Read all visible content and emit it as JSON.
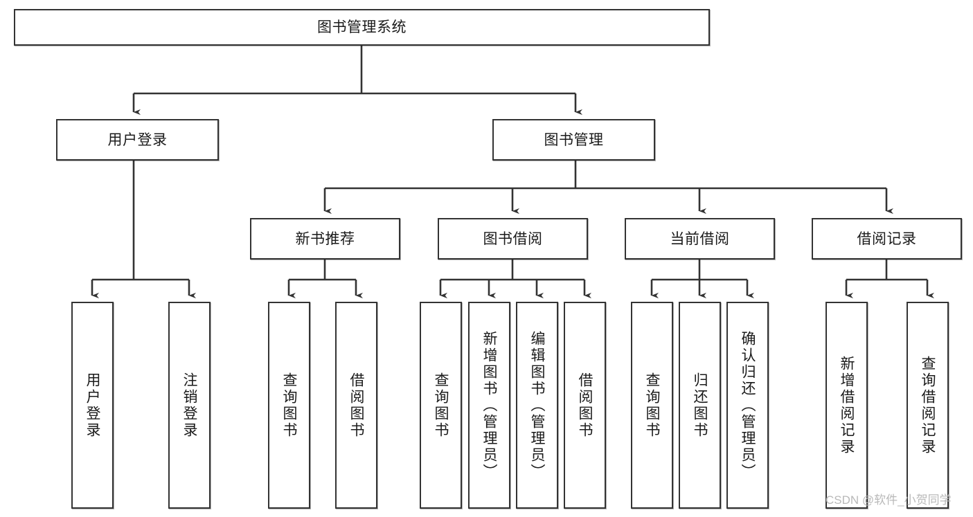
{
  "diagram": {
    "title": "图书管理系统",
    "type": "tree-hierarchy-chart",
    "orientation": "top-down",
    "colors": {
      "box_border": "#333333",
      "box_fill": "#ffffff",
      "connector": "#333333",
      "text": "#1a1a1a",
      "watermark": "#b9b9b9",
      "background": "#ffffff"
    },
    "root": {
      "label": "图书管理系统",
      "orientation": "horizontal"
    },
    "level2": [
      {
        "label": "用户登录",
        "orientation": "horizontal"
      },
      {
        "label": "图书管理",
        "orientation": "horizontal"
      }
    ],
    "level3": [
      {
        "label": "新书推荐",
        "orientation": "horizontal"
      },
      {
        "label": "图书借阅",
        "orientation": "horizontal"
      },
      {
        "label": "当前借阅",
        "orientation": "horizontal"
      },
      {
        "label": "借阅记录",
        "orientation": "horizontal"
      }
    ],
    "leaves": [
      {
        "label": "用户登录",
        "orientation": "vertical",
        "parent": "用户登录"
      },
      {
        "label": "注销登录",
        "orientation": "vertical",
        "parent": "用户登录"
      },
      {
        "label": "查询图书",
        "orientation": "vertical",
        "parent": "新书推荐"
      },
      {
        "label": "借阅图书",
        "orientation": "vertical",
        "parent": "新书推荐"
      },
      {
        "label": "查询图书",
        "orientation": "vertical",
        "parent": "图书借阅"
      },
      {
        "label": "新增图书（管理员）",
        "orientation": "vertical",
        "parent": "图书借阅"
      },
      {
        "label": "编辑图书（管理员）",
        "orientation": "vertical",
        "parent": "图书借阅"
      },
      {
        "label": "借阅图书",
        "orientation": "vertical",
        "parent": "图书借阅"
      },
      {
        "label": "查询图书",
        "orientation": "vertical",
        "parent": "当前借阅"
      },
      {
        "label": "归还图书",
        "orientation": "vertical",
        "parent": "当前借阅"
      },
      {
        "label": "确认归还（管理员）",
        "orientation": "vertical",
        "parent": "当前借阅"
      },
      {
        "label": "新增借阅记录",
        "orientation": "vertical",
        "parent": "借阅记录"
      },
      {
        "label": "查询借阅记录",
        "orientation": "vertical",
        "parent": "借阅记录"
      }
    ]
  },
  "watermark": {
    "text": "CSDN @软件_小贺同学"
  }
}
